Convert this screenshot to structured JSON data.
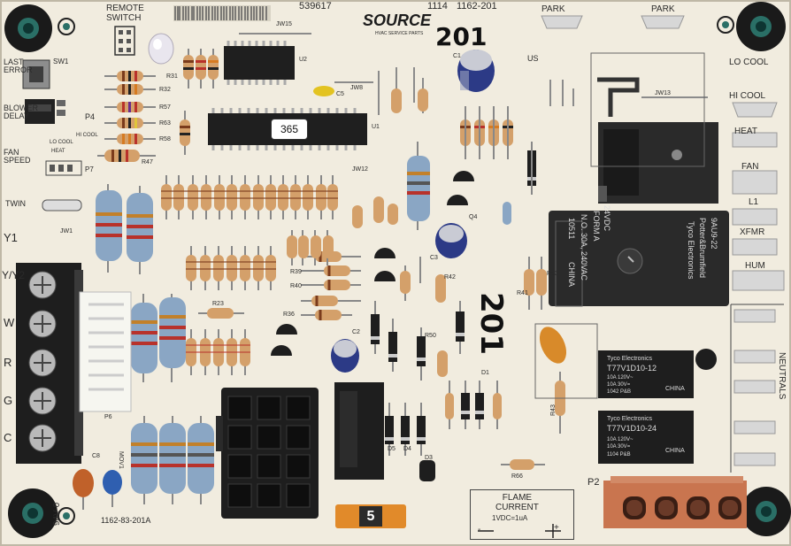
{
  "header": {
    "remote_switch": "REMOTE\nSWITCH",
    "part_no": "539617",
    "brand": "SOURCE",
    "brand_sub": "HVAC SERVICE PARTS",
    "date_code": "1114",
    "board_no": "1162-201",
    "park_left": "PARK",
    "park_right": "PARK"
  },
  "board": {
    "model_big": "201",
    "model_big2": "201",
    "ul_mark": "US",
    "chip_label": "365",
    "bottom_code": "1162-83-201A",
    "ce_code": "94V-0",
    "p2": "P2",
    "fuse_rating": "5",
    "flame_current_title": "FLAME\nCURRENT",
    "flame_current_spec": "1VDC=1uA",
    "flame_minus": "-",
    "flame_plus": "+"
  },
  "left_labels": {
    "last_error": "LAST\nERROR",
    "blower_delay": "BLOWER\nDELAY",
    "fan_speed": "FAN\nSPEED",
    "twin": "TWIN",
    "sw1": "SW1",
    "p4": "P4",
    "p7": "P7",
    "hi_cool": "HI COOL",
    "lo_cool_small": "LO COOL",
    "heat_small": "HEAT"
  },
  "terminals": [
    "Y1",
    "Y/Y2",
    "W",
    "R",
    "G",
    "C"
  ],
  "right_terminals": [
    "LO COOL",
    "HI COOL",
    "HEAT",
    "FAN",
    "L1",
    "XFMR",
    "HUM",
    "NEUTRALS"
  ],
  "relay_main": {
    "model": "9AU9-22",
    "coil": "24VDC",
    "form": "FORM A",
    "rating": "N.O. 30A, 240VAC",
    "brand": "Tyco Electronics",
    "maker": "Potter&Brumfield",
    "origin": "CHINA",
    "lot": "10511"
  },
  "relay_small_1": {
    "brand": "Tyco Electronics",
    "model": "T77V1D10-12",
    "rating1": "10A 120V~",
    "rating2": "10A 30V=",
    "lot": "1042 P&B",
    "origin": "CHINA"
  },
  "relay_small_2": {
    "brand": "Tyco Electronics",
    "model": "T77V1D10-24",
    "rating1": "10A 120V~",
    "rating2": "10A 30V=",
    "lot": "1104 P&B",
    "origin": "CHINA"
  },
  "refs": {
    "u1": "U1",
    "u2": "U2",
    "r31": "R31",
    "r32": "R32",
    "r57": "R57",
    "r63": "R63",
    "r58": "R58",
    "r47": "R47",
    "c5": "C5",
    "jw8": "JW8",
    "jw15": "JW15",
    "jw12": "JW12",
    "jw13": "JW13",
    "c1": "C1",
    "c2": "C2",
    "c3": "C3",
    "r39": "R39",
    "r40": "R40",
    "r23": "R23",
    "r42": "R42",
    "r50": "R50",
    "r43": "R43",
    "r66": "R66",
    "r36": "R36",
    "r41": "R41",
    "r53": "R53",
    "d5": "D5",
    "d4": "D4",
    "d3": "D3",
    "d1": "D1",
    "q4": "Q4",
    "p6": "P6",
    "jw1": "JW1",
    "c8": "C8",
    "mov1": "MOV1"
  },
  "colors": {
    "board": "#f1ecdf",
    "terminal_block": "#1e1e1e",
    "connector_white": "#f6f6f0",
    "connector_orange": "#c9754f",
    "fuse": "#e18a2a"
  }
}
